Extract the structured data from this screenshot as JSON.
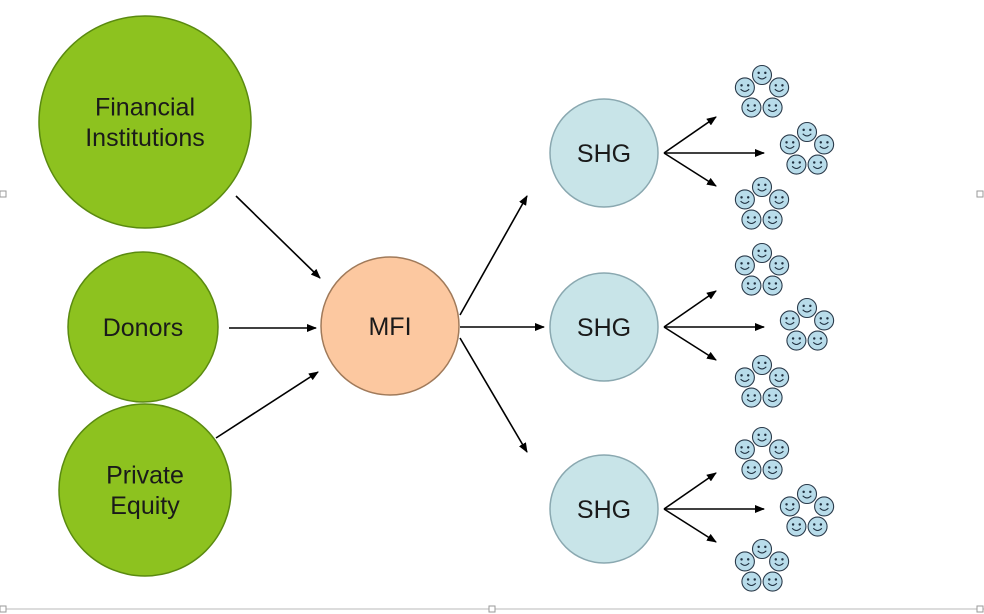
{
  "diagram": {
    "sources": [
      {
        "id": "financial-institutions",
        "lines": [
          "Financial",
          "Institutions"
        ]
      },
      {
        "id": "donors",
        "lines": [
          "Donors"
        ]
      },
      {
        "id": "private-equity",
        "lines": [
          "Private",
          "Equity"
        ]
      }
    ],
    "hub": {
      "id": "mfi",
      "label": "MFI"
    },
    "groups": [
      {
        "id": "shg-1",
        "label": "SHG"
      },
      {
        "id": "shg-2",
        "label": "SHG"
      },
      {
        "id": "shg-3",
        "label": "SHG"
      }
    ],
    "member_clusters_per_group": 3,
    "faces_per_cluster": 5,
    "colors": {
      "source_fill": "#8dc21f",
      "source_stroke": "#5a8a10",
      "hub_fill": "#fcc8a0",
      "hub_stroke": "#a07a5a",
      "group_fill": "#c8e4e8",
      "group_stroke": "#8aa8b0",
      "face_fill": "#b8dcea",
      "arrow": "#000000"
    },
    "icons": {
      "member": "smiley-face-icon"
    }
  }
}
